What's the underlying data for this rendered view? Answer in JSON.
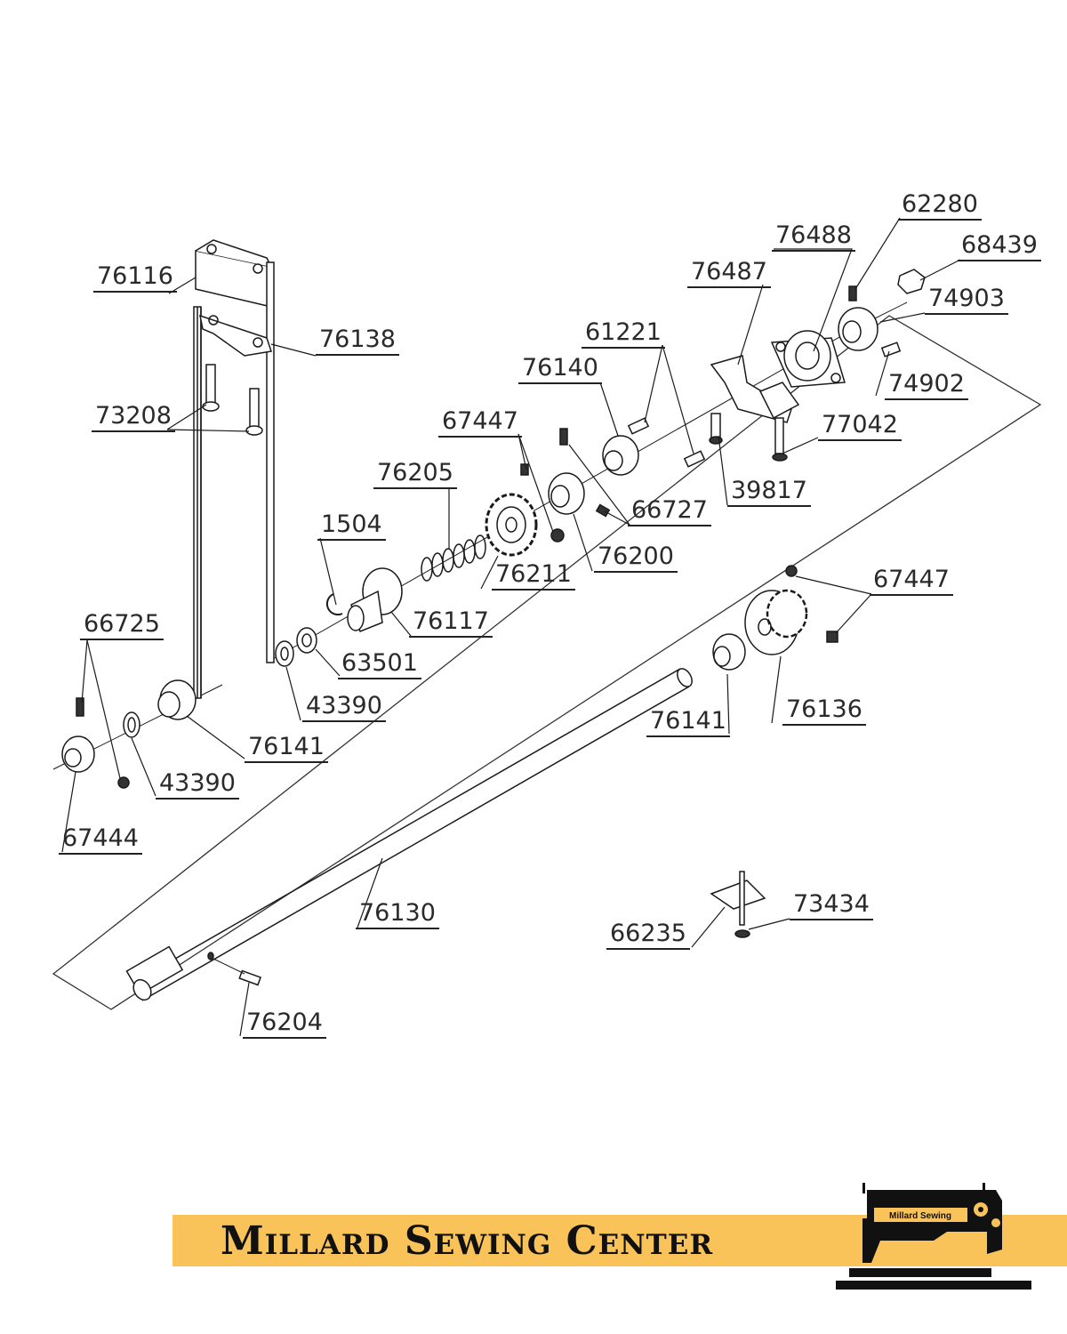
{
  "diagram": {
    "part_labels": {
      "p76116": "76116",
      "p76138": "76138",
      "p73208": "73208",
      "p66725": "66725",
      "p76141a": "76141",
      "p43390a": "43390",
      "p43390b": "43390",
      "p67444": "67444",
      "p63501": "63501",
      "p1504": "1504",
      "p76117": "76117",
      "p76205": "76205",
      "p76211": "76211",
      "p67447a": "67447",
      "p76200": "76200",
      "p76140": "76140",
      "p66727": "66727",
      "p61221": "61221",
      "p39817": "39817",
      "p76487": "76487",
      "p76488": "76488",
      "p77042": "77042",
      "p62280": "62280",
      "p68439": "68439",
      "p74903": "74903",
      "p74902": "74902",
      "p67447b": "67447",
      "p76136": "76136",
      "p76141b": "76141",
      "p76130": "76130",
      "p76204": "76204",
      "p66235": "66235",
      "p73434": "73434"
    }
  },
  "footer": {
    "title": "Millard Sewing Center",
    "logo_text": "Millard Sewing",
    "bar_color": "#f9c35a"
  }
}
